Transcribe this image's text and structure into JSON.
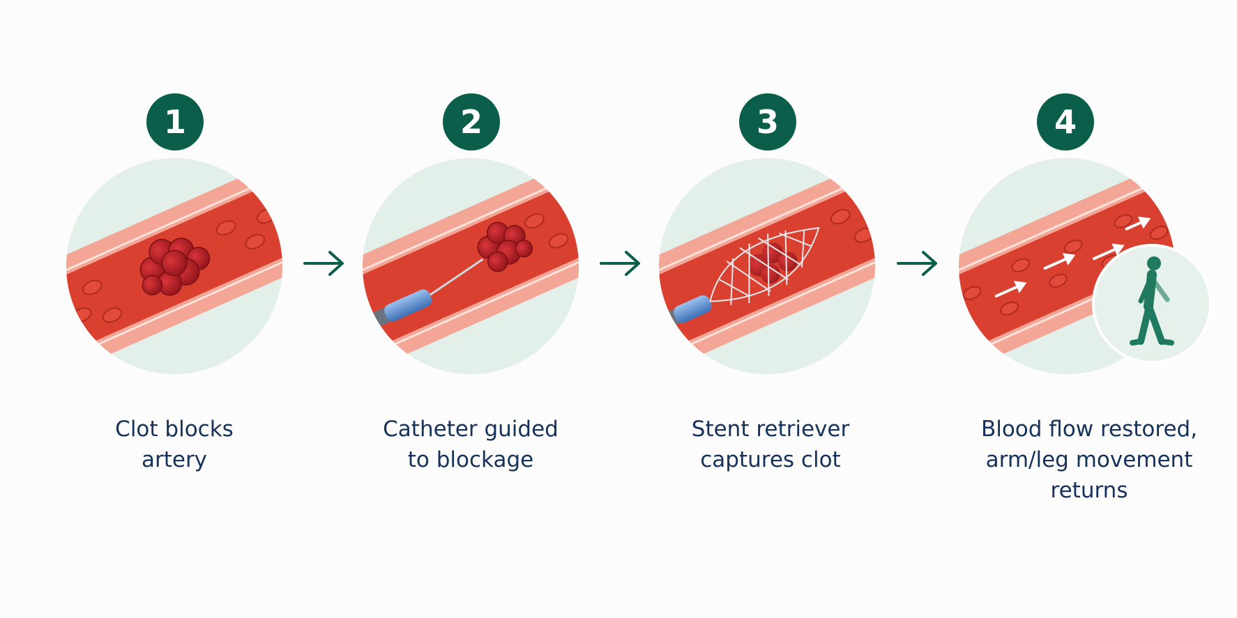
{
  "steps": [
    {
      "number": "1",
      "caption_lines": [
        "Clot blocks",
        "artery"
      ]
    },
    {
      "number": "2",
      "caption_lines": [
        "Catheter guided",
        "to blockage"
      ]
    },
    {
      "number": "3",
      "caption_lines": [
        "Stent retriever",
        "captures clot"
      ]
    },
    {
      "number": "4",
      "caption_lines": [
        "Blood flow restored,",
        "arm/leg movement",
        "returns"
      ]
    }
  ],
  "icons": [
    "right-arrow-icon",
    "walking-person-icon"
  ],
  "colors": {
    "badge": "#0b5e4a",
    "caption_text": "#16315a",
    "circle_bg": "#e3efe9",
    "artery_wall": "#f0958a",
    "blood": "#d53a2c",
    "clot": "#b01d22",
    "catheter": "#5b8fd0",
    "arrow": "#0b5e4a"
  }
}
